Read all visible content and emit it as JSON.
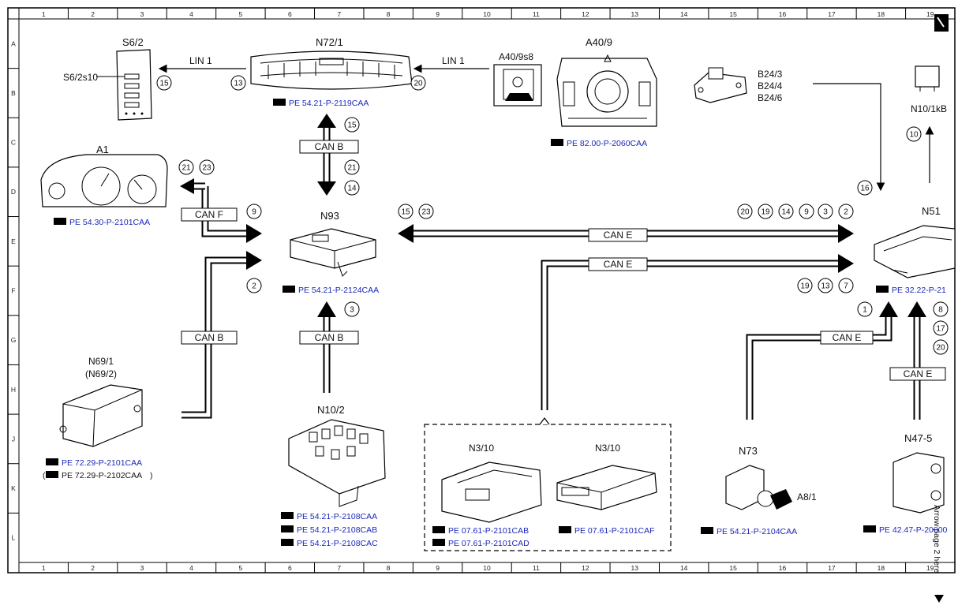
{
  "grid": {
    "cols": [
      "1",
      "2",
      "3",
      "4",
      "5",
      "6",
      "7",
      "8",
      "9",
      "10",
      "11",
      "12",
      "13",
      "14",
      "15",
      "16",
      "17",
      "18",
      "19"
    ],
    "rows": [
      "A",
      "B",
      "C",
      "D",
      "E",
      "F",
      "G",
      "H",
      "J",
      "K",
      "L"
    ]
  },
  "components": {
    "s62": "S6/2",
    "s62s10": "S6/2s10",
    "n721": "N72/1",
    "a409s8": "A40/9s8",
    "a409": "A40/9",
    "b243": "B24/3",
    "b244": "B24/4",
    "b246": "B24/6",
    "n101kb": "N10/1kB",
    "a1": "A1",
    "n93": "N93",
    "n51": "N51",
    "n691": "N69/1",
    "n692": "(N69/2)",
    "n102": "N10/2",
    "n310a": "N3/10",
    "n310b": "N3/10",
    "n73": "N73",
    "a81": "A8/1",
    "n475": "N47-5"
  },
  "buses": {
    "lin1_left": "LIN 1",
    "lin1_right": "LIN 1",
    "canb_top": "CAN B",
    "canf": "CAN F",
    "canb_left": "CAN B",
    "canb_mid": "CAN B",
    "cane_top": "CAN E",
    "cane_mid": "CAN E",
    "cane_right": "CAN E",
    "cane_far": "CAN E"
  },
  "refs": {
    "n721": "PE 54.21-P-2119CAA",
    "a409": "PE 82.00-P-2060CAA",
    "a1": "PE 54.30-P-2101CAA",
    "n93": "PE 54.21-P-2124CAA",
    "n51": "PE 32.22-P-21",
    "n691": "PE 72.29-P-2101CAA",
    "n692": "PE 72.29-P-2102CAA",
    "n102a": "PE 54.21-P-2108CAA",
    "n102b": "PE 54.21-P-2108CAB",
    "n102c": "PE 54.21-P-2108CAC",
    "n310a1": "PE 07.61-P-2101CAB",
    "n310a2": "PE 07.61-P-2101CAD",
    "n310b": "PE 07.61-P-2101CAF",
    "n73": "PE 54.21-P-2104CAA",
    "n475": "PE 42.47-P-20000"
  },
  "circles": {
    "c15a": "15",
    "c13": "13",
    "c20a": "20",
    "c15b": "15",
    "c21a": "21",
    "c14a": "14",
    "c21b": "21",
    "c23a": "23",
    "c9a": "9",
    "c15c": "15",
    "c23b": "23",
    "c20b": "20",
    "c19a": "19",
    "c14b": "14",
    "c9b": "9",
    "c3a": "3",
    "c2a": "2",
    "c16": "16",
    "c10": "10",
    "c2b": "2",
    "c3b": "3",
    "c19b": "19",
    "c13b": "13",
    "c7": "7",
    "c1": "1",
    "c8": "8",
    "c17": "17",
    "c20c": "20"
  },
  "side_note": "Arrow page 2 here"
}
